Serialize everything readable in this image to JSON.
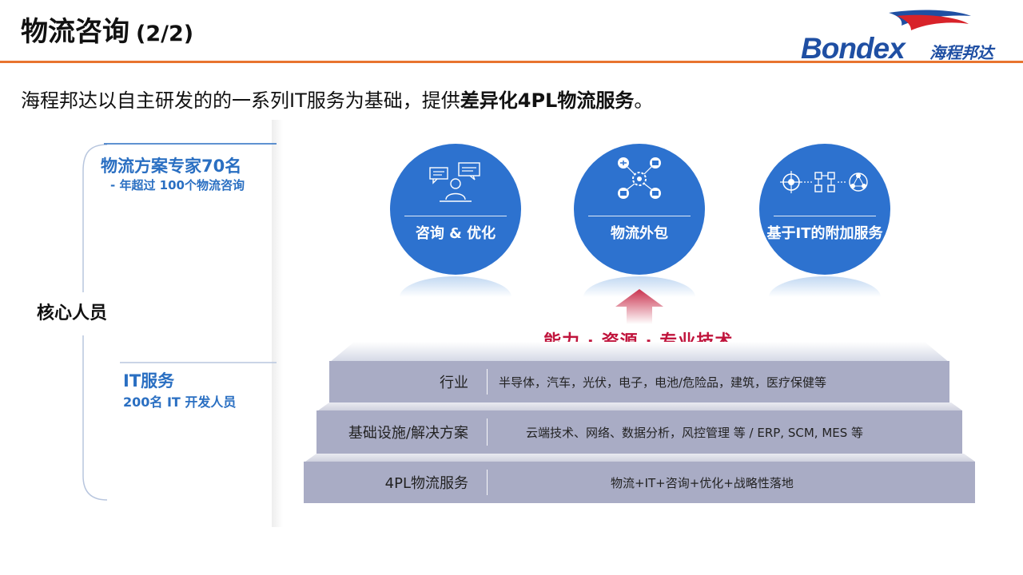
{
  "header": {
    "title": "物流咨询",
    "title_suffix": "(2/2)",
    "logo_text": "Bondex",
    "logo_cn": "海程邦达",
    "accent_color": "#e8742f"
  },
  "subtitle": {
    "prefix": "海程邦达以自主研发的的一系列IT服务为基础，提供",
    "bold": "差异化4PL物流服务",
    "suffix": "。"
  },
  "left_panel": {
    "core_label": "核心人员",
    "experts": {
      "title": "物流方案专家70名",
      "subtitle": "- 年超过 100个物流咨询"
    },
    "it": {
      "title": "IT服务",
      "subtitle": "200名 IT 开发人员"
    }
  },
  "services": [
    {
      "label": "咨询 & 优化",
      "icon": "consulting-icon"
    },
    {
      "label": "物流外包",
      "icon": "logistics-network-icon"
    },
    {
      "label": "基于IT的附加服务",
      "icon": "it-network-icon"
    }
  ],
  "ability": "能力 · 资源 · 专业技术",
  "tiers": [
    {
      "name": "行业",
      "desc": "半导体，汽车，光伏，电子，电池/危险品，建筑，医疗保健等"
    },
    {
      "name": "基础设施/解决方案",
      "desc": "云端技术、网络、数据分析，风控管理 等  /  ERP, SCM, MES 等"
    },
    {
      "name": "4PL物流服务",
      "desc": "物流+IT+咨询+优化+战略性落地"
    }
  ]
}
